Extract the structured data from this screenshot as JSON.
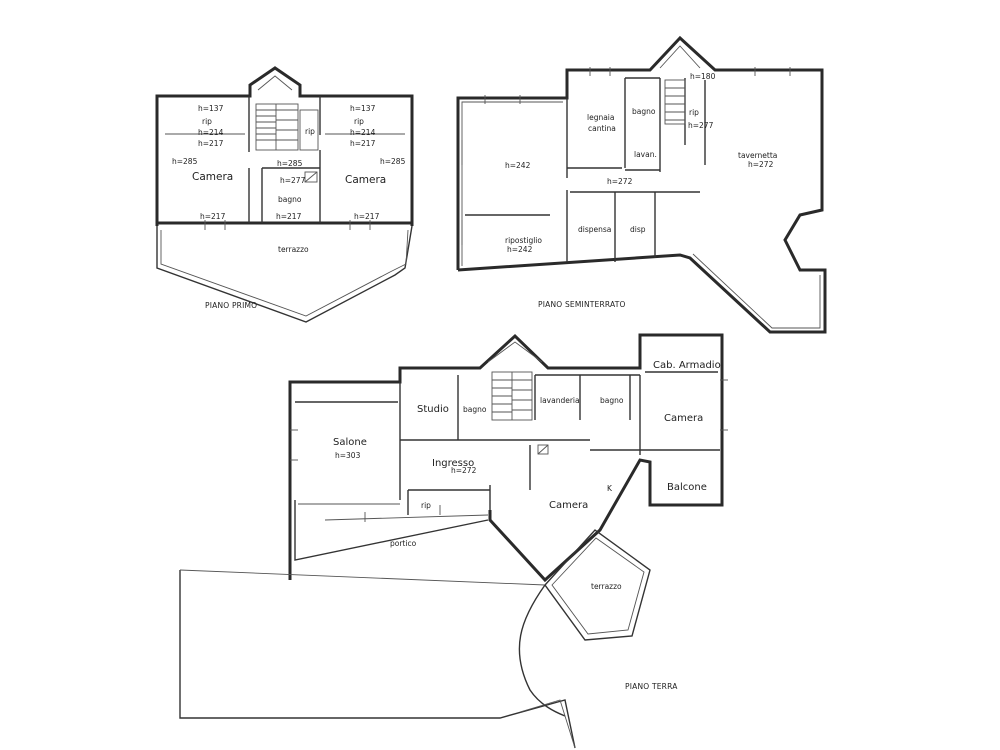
{
  "floors": {
    "primo": {
      "caption": "PIANO PRIMO",
      "camera_left": "Camera",
      "camera_right": "Camera",
      "bagno": "bagno",
      "terrazzo": "terrazzo",
      "rip": "rip",
      "rip2": "rip",
      "rip3": "rip",
      "h137_left": "h=137",
      "h137_right": "h=137",
      "h214_left": "h=214",
      "h214_right": "h=214",
      "h217_left": "h=217",
      "h217_right": "h=217",
      "h285_left": "h=285",
      "h285_center": "h=285",
      "h285_right": "h=285",
      "h277": "h=277",
      "h217_bl": "h=217",
      "h217_bc": "h=217",
      "h217_br": "h=217"
    },
    "seminterrato": {
      "caption": "PIANO SEMINTERRATO",
      "h242": "h=242",
      "legnaia": "legnaia",
      "cantina": "cantina",
      "bagno": "bagno",
      "lavan": "lavan.",
      "rip": "rip",
      "h277": "h=277",
      "h_rip_top": "h=180",
      "taverna": "tavernetta",
      "taverna_h": "h=272",
      "h272": "h=272",
      "ripostiglio": "ripostiglio",
      "ripostiglio_h": "h=242",
      "dispensa": "dispensa",
      "disp": "disp"
    },
    "terra": {
      "caption": "PIANO TERRA",
      "cab_armadio": "Cab. Armadio",
      "studio": "Studio",
      "bagno1": "bagno",
      "lavanderia": "lavanderia",
      "bagno2": "bagno",
      "camera_right": "Camera",
      "salone": "Salone",
      "salone_h": "h=303",
      "ingresso": "Ingresso",
      "ingresso_h": "h=272",
      "camera_center": "Camera",
      "k": "K",
      "balcone": "Balcone",
      "rip": "rip",
      "portico": "portico",
      "terrazzo": "terrazzo"
    }
  }
}
